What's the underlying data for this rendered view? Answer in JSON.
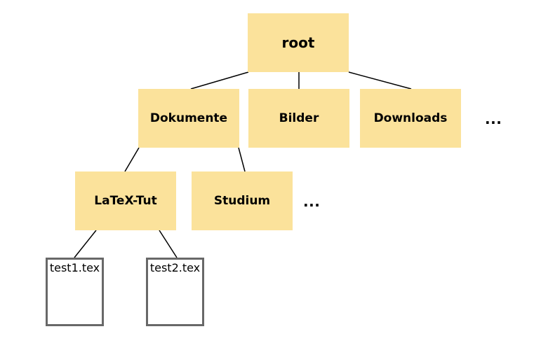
{
  "diagram": {
    "type": "file-system-tree",
    "colors": {
      "folder_fill": "#FBE29B",
      "file_fill": "#FFFFFF",
      "file_border": "#686868",
      "edge": "#000000",
      "text": "#000000",
      "background": "#FFFFFF"
    },
    "nodes": {
      "root": {
        "label": "root",
        "type": "folder"
      },
      "dokumente": {
        "label": "Dokumente",
        "type": "folder"
      },
      "bilder": {
        "label": "Bilder",
        "type": "folder"
      },
      "downloads": {
        "label": "Downloads",
        "type": "folder"
      },
      "latex_tut": {
        "label": "LaTeX-Tut",
        "type": "folder"
      },
      "studium": {
        "label": "Studium",
        "type": "folder"
      },
      "test1": {
        "label": "test1.tex",
        "type": "file"
      },
      "test2": {
        "label": "test2.tex",
        "type": "file"
      }
    },
    "ellipsis": {
      "level2": "...",
      "level3": "..."
    },
    "edges": [
      {
        "from": "root",
        "to": "dokumente"
      },
      {
        "from": "root",
        "to": "bilder"
      },
      {
        "from": "root",
        "to": "downloads"
      },
      {
        "from": "dokumente",
        "to": "latex_tut"
      },
      {
        "from": "dokumente",
        "to": "studium"
      },
      {
        "from": "latex_tut",
        "to": "test1"
      },
      {
        "from": "latex_tut",
        "to": "test2"
      }
    ]
  }
}
